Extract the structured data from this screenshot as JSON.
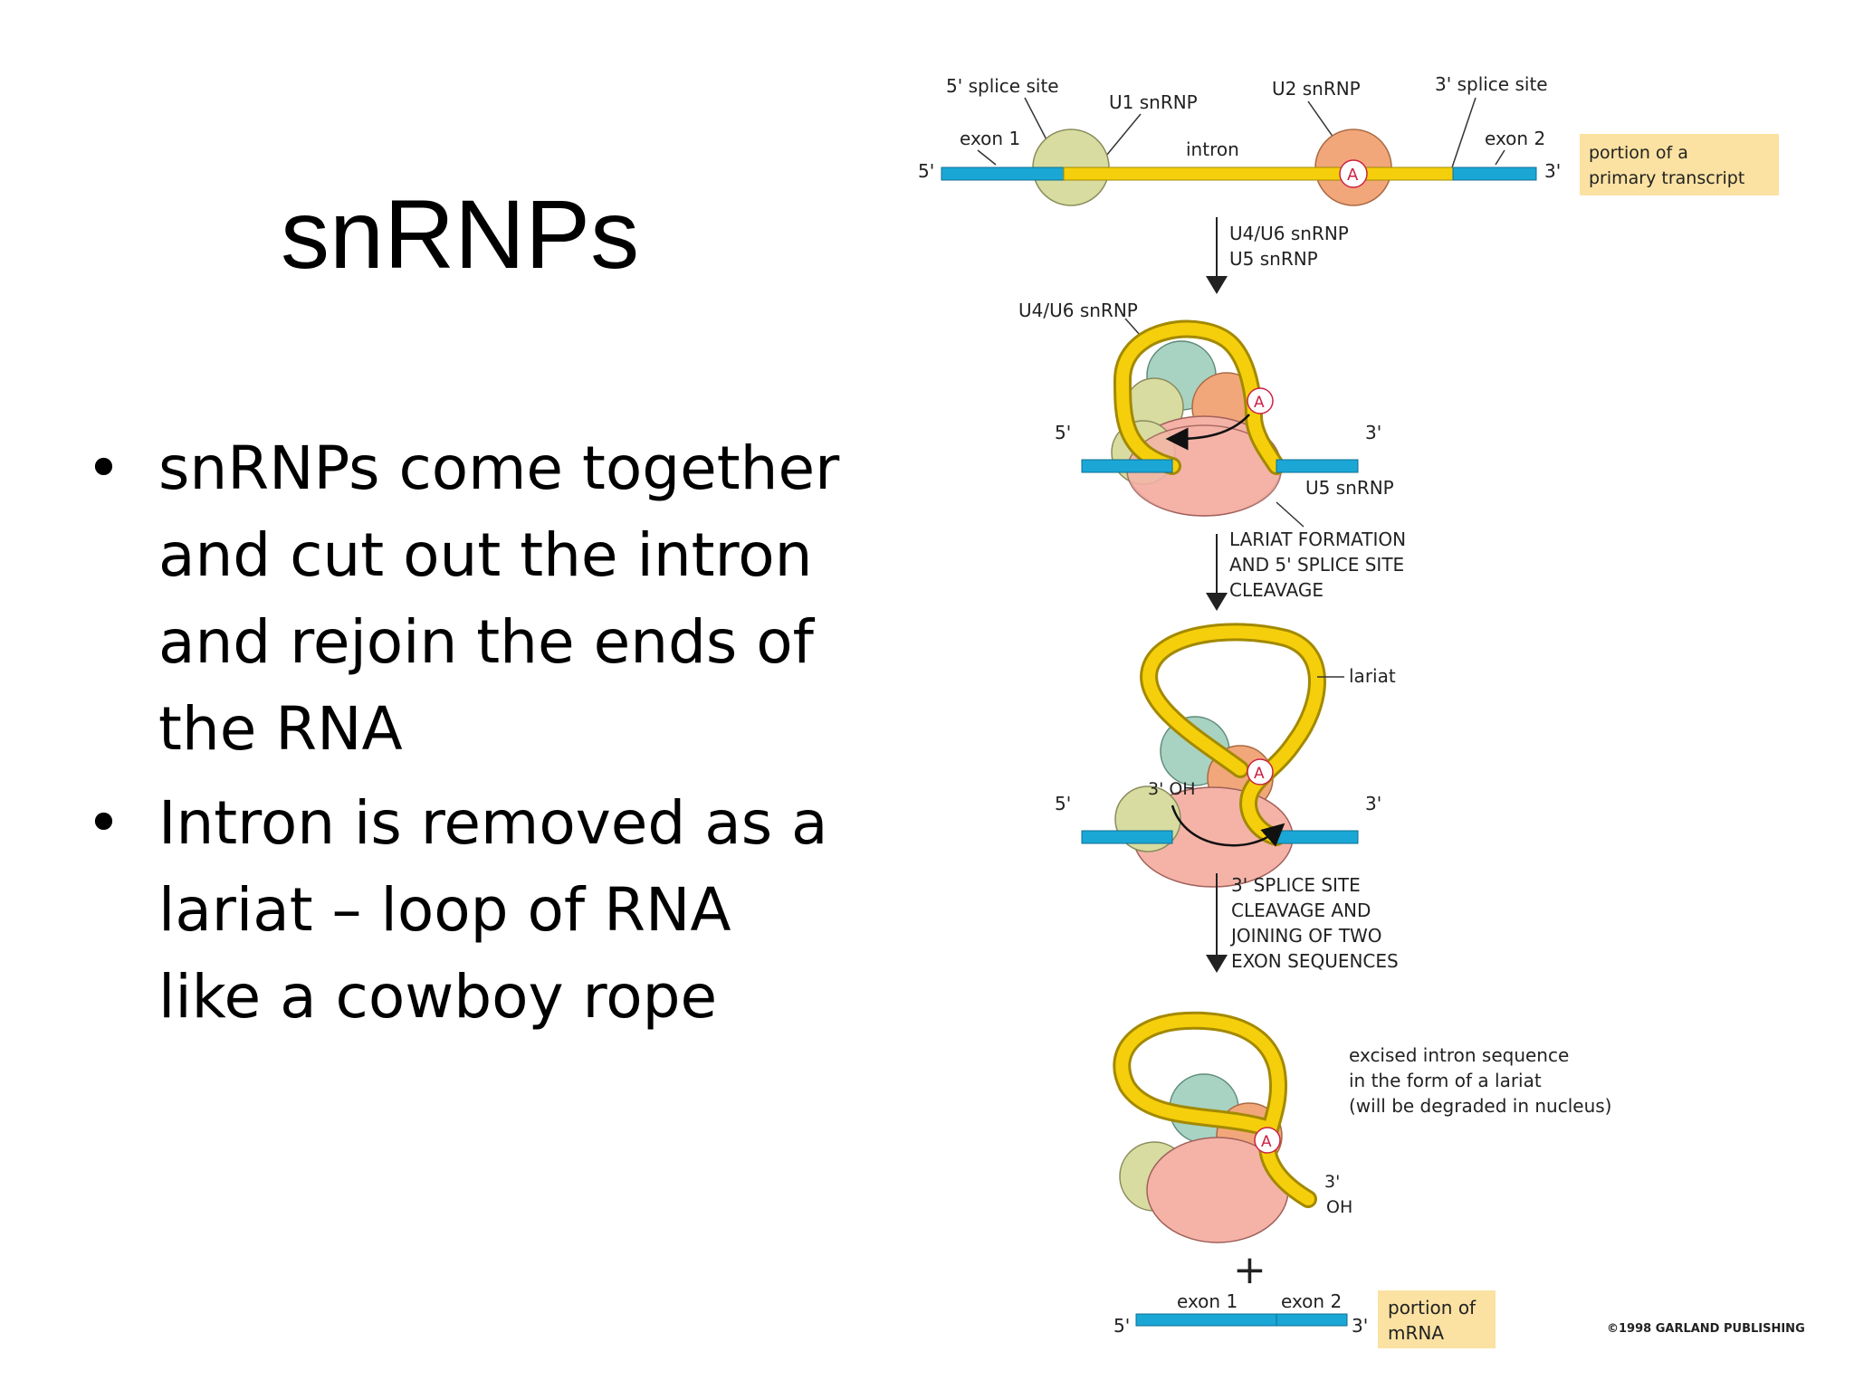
{
  "slide": {
    "title": "snRNPs",
    "bullets": [
      "snRNPs come together and cut out the intron and rejoin the ends of the RNA",
      "Intron is removed as a lariat – loop of RNA like a cowboy rope"
    ],
    "bullet_glyph": "•"
  },
  "diagram": {
    "top": {
      "splice5": "5' splice site",
      "u1": "U1 snRNP",
      "u2": "U2 snRNP",
      "splice3": "3' splice site",
      "exon1": "exon 1",
      "intron": "intron",
      "exon2": "exon 2",
      "five": "5'",
      "three": "3'",
      "branch_a": "A",
      "note_line1": "portion of a",
      "note_line2": "primary transcript"
    },
    "step1": {
      "line1": "U4/U6 snRNP",
      "line2": "U5 snRNP"
    },
    "stage2": {
      "u4u6": "U4/U6 snRNP",
      "u5": "U5 snRNP",
      "five": "5'",
      "three": "3'",
      "a": "A"
    },
    "step2": {
      "line1": "LARIAT FORMATION",
      "line2": "AND 5' SPLICE SITE",
      "line3": "CLEAVAGE"
    },
    "stage3": {
      "lariat": "lariat",
      "oh": "3' OH",
      "five": "5'",
      "three": "3'",
      "a": "A"
    },
    "step3": {
      "line1": "3' SPLICE SITE",
      "line2": "CLEAVAGE AND",
      "line3": "JOINING OF TWO",
      "line4": "EXON SEQUENCES"
    },
    "stage4": {
      "note1": "excised intron sequence",
      "note2": "in the form of a lariat",
      "note3": "(will be degraded in nucleus)",
      "oh3": "3'",
      "oh": "OH",
      "a": "A"
    },
    "plus": "+",
    "mrna": {
      "exon1": "exon 1",
      "exon2": "exon 2",
      "five": "5'",
      "three": "3'",
      "note_line1": "portion of",
      "note_line2": "mRNA"
    },
    "copyright": "©1998 GARLAND PUBLISHING"
  },
  "colors": {
    "exon": "#1aa7d6",
    "intron": "#f5cf0b",
    "u1": "#d8dca0",
    "u2": "#f2a77a",
    "u5": "#f5b3a8",
    "u4u6": "#a8d3c3",
    "note_box": "#fbe2a2"
  }
}
